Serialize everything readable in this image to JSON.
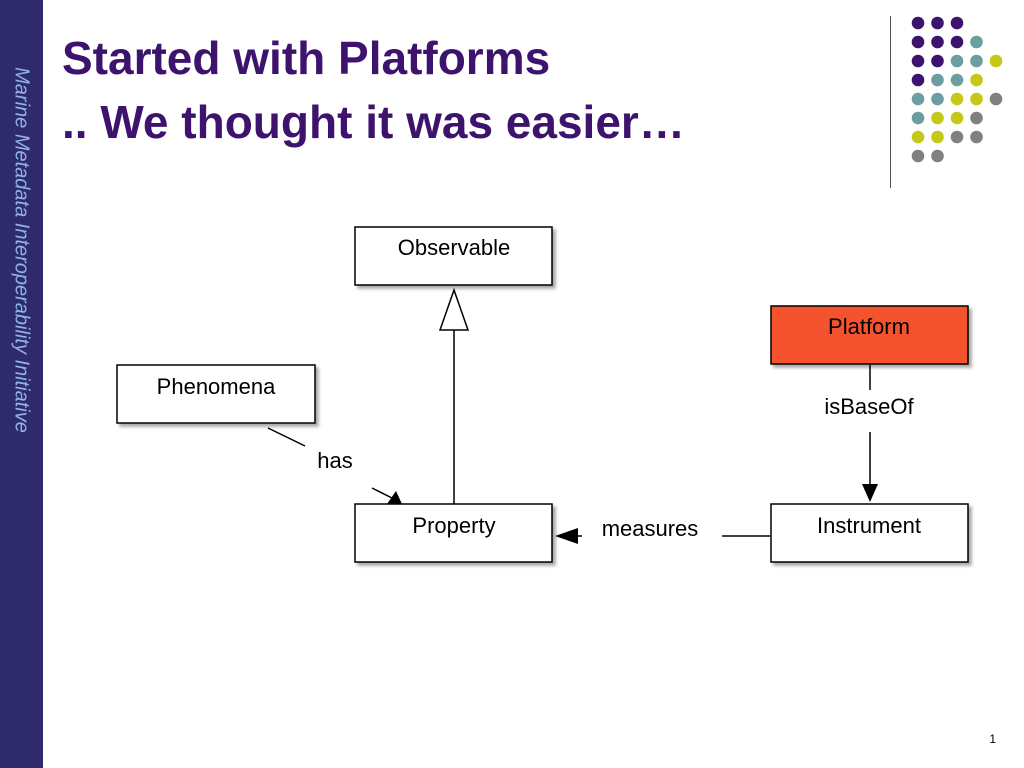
{
  "sidebar": {
    "text": "Marine Metadata Interoperability Initiative"
  },
  "title": {
    "line1": "Started with Platforms",
    "line2": ".. We thought it was easier…"
  },
  "colors": {
    "title": "#3d136e",
    "sidebar_bg": "#2e2a6b",
    "sidebar_text": "#8fb3e6",
    "platform_fill": "#f4522d",
    "dot_purple": "#3d136e",
    "dot_teal": "#6a9ea1",
    "dot_yellow": "#c6c718",
    "dot_gray": "#808080"
  },
  "decoration": {
    "dot_pattern": [
      [
        "purple",
        "purple",
        "purple",
        null,
        null
      ],
      [
        "purple",
        "purple",
        "purple",
        "teal",
        null
      ],
      [
        "purple",
        "purple",
        "teal",
        "teal",
        "yellow"
      ],
      [
        "purple",
        "teal",
        "teal",
        "yellow",
        null
      ],
      [
        "teal",
        "teal",
        "yellow",
        "yellow",
        "gray"
      ],
      [
        "teal",
        "yellow",
        "yellow",
        "gray",
        null
      ],
      [
        "yellow",
        "yellow",
        "gray",
        "gray",
        null
      ],
      [
        "gray",
        "gray",
        null,
        null,
        null
      ]
    ]
  },
  "diagram": {
    "classes": {
      "observable": "Observable",
      "phenomena": "Phenomena",
      "property": "Property",
      "platform": "Platform",
      "instrument": "Instrument"
    },
    "associations": {
      "has": "has",
      "is_base_of": "isBaseOf",
      "measures": "measures"
    }
  },
  "footer": {
    "page_number": "1"
  }
}
